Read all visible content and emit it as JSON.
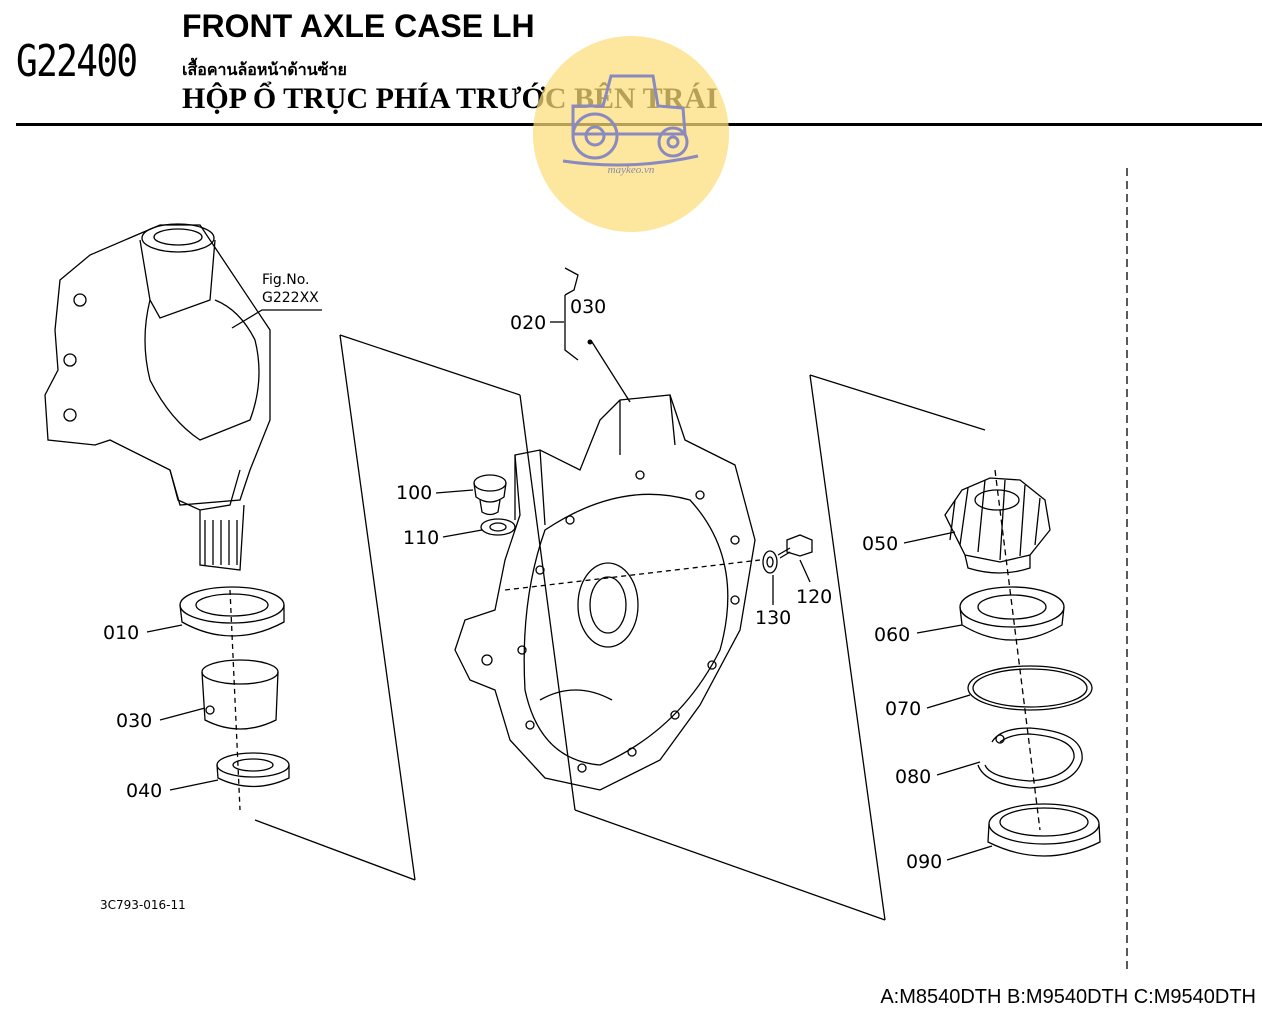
{
  "header": {
    "page_code": "G22400",
    "title_en": "FRONT AXLE CASE LH",
    "title_th": "เสื้อคานล้อหน้าด้านซ้าย",
    "title_vi": "HỘP Ổ TRỤC PHÍA TRƯỚC BÊN TRÁI"
  },
  "watermark": {
    "text": "maykeo.vn",
    "color": "#fcdc78",
    "icon": "tractor-icon"
  },
  "figure_ref": {
    "line1": "Fig.No.",
    "line2": "G222XX"
  },
  "part_labels": {
    "p010": "010",
    "p020": "020",
    "p030_group": "030",
    "p030": "030",
    "p040": "040",
    "p050": "050",
    "p060": "060",
    "p070": "070",
    "p080": "080",
    "p090": "090",
    "p100": "100",
    "p110": "110",
    "p120": "120",
    "p130": "130"
  },
  "drawing_id": "3C793-016-11",
  "models": "A:M8540DTH B:M9540DTH C:M9540DTH"
}
